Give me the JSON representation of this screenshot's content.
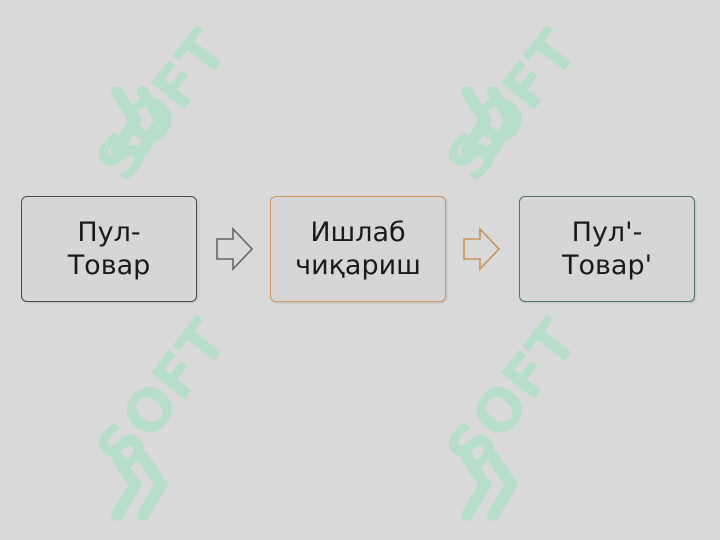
{
  "watermark": {
    "text": "SOFT",
    "color": "#9be3bd"
  },
  "diagram": {
    "boxes": [
      {
        "label": "Пул-\nТовар",
        "border_color": "#4a4a4a"
      },
      {
        "label": "Ишлаб\nчиқариш",
        "border_color": "#d09a62"
      },
      {
        "label": "Пул'-\nТовар'",
        "border_color": "#4f7372"
      }
    ],
    "arrows": [
      {
        "from": 0,
        "to": 1,
        "stroke": "#666666"
      },
      {
        "from": 1,
        "to": 2,
        "stroke": "#c8965f"
      }
    ]
  }
}
